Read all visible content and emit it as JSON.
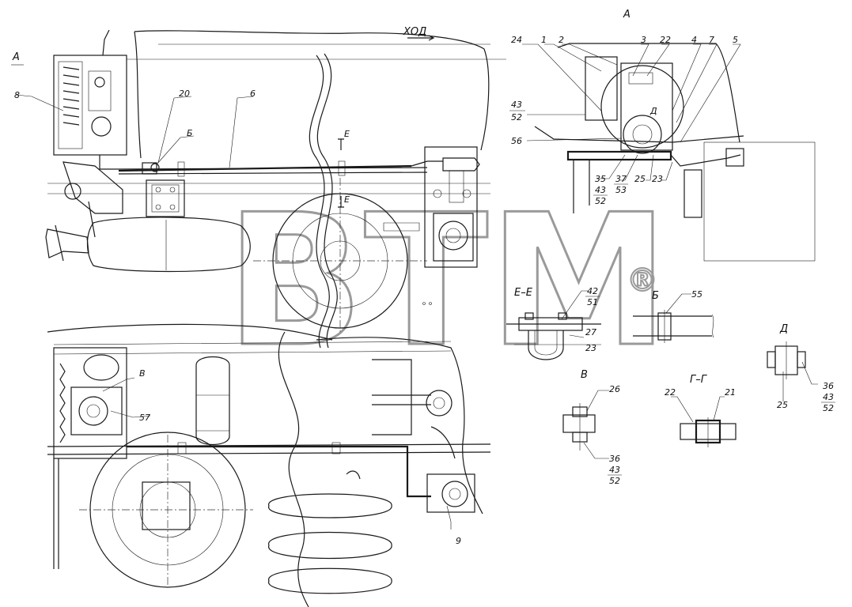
{
  "direction_label": "ХОД",
  "view_marks": {
    "A_left": "А",
    "A_top": "А",
    "E_top": "Е",
    "E_bottom": "Е"
  },
  "watermark": {
    "text": "ВТМ",
    "mark": "®"
  },
  "main_labels": {
    "l8": "8",
    "l20": "20",
    "lB": "Б",
    "l6": "6",
    "lV": "В",
    "l57": "57",
    "l9": "9"
  },
  "view_a": {
    "title": "А",
    "l24": "24",
    "l1": "1",
    "l2": "2",
    "l3": "3",
    "l22": "22",
    "l4": "4",
    "l7": "7",
    "l5": "5",
    "l43": "43",
    "l52": "52",
    "lD": "Д",
    "l56": "56",
    "l35": "35",
    "l43b": "43",
    "l52b": "52",
    "l37": "37",
    "l53": "53",
    "l25": "25",
    "l23": "23"
  },
  "section_ee": {
    "title": "Е–Е",
    "l42": "42",
    "l51": "51",
    "l27": "27",
    "l23": "23"
  },
  "view_b": {
    "title": "Б",
    "l55": "55"
  },
  "view_v": {
    "title": "В",
    "l26": "26",
    "l36": "36",
    "l43": "43",
    "l52": "52"
  },
  "section_gg": {
    "title": "Г–Г",
    "l22": "22",
    "l21": "21"
  },
  "view_d": {
    "title": "Д",
    "l36": "36",
    "l43": "43",
    "l52": "52",
    "l25": "25"
  }
}
